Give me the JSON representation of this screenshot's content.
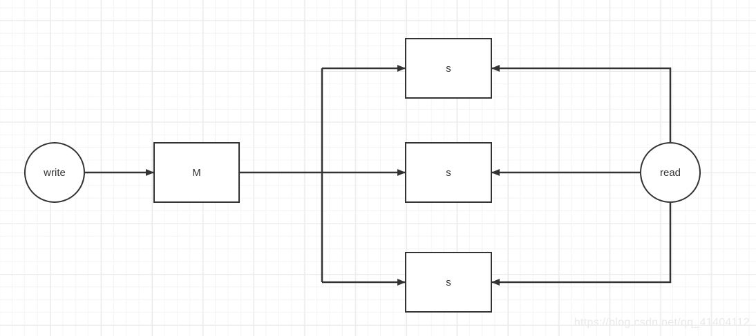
{
  "diagram": {
    "nodes": {
      "write": {
        "label": "write",
        "shape": "circle"
      },
      "master": {
        "label": "M",
        "shape": "rectangle"
      },
      "slave_top": {
        "label": "s",
        "shape": "rectangle"
      },
      "slave_middle": {
        "label": "s",
        "shape": "rectangle"
      },
      "slave_bottom": {
        "label": "s",
        "shape": "rectangle"
      },
      "read": {
        "label": "read",
        "shape": "circle"
      }
    },
    "edges": [
      {
        "from": "write",
        "to": "master",
        "arrow": "end"
      },
      {
        "from": "master",
        "to": "slave_top",
        "arrow": "end"
      },
      {
        "from": "master",
        "to": "slave_middle",
        "arrow": "end"
      },
      {
        "from": "master",
        "to": "slave_bottom",
        "arrow": "end"
      },
      {
        "from": "read",
        "to": "slave_top",
        "arrow": "end"
      },
      {
        "from": "read",
        "to": "slave_middle",
        "arrow": "end"
      },
      {
        "from": "read",
        "to": "slave_bottom",
        "arrow": "end"
      }
    ],
    "colors": {
      "stroke": "#333333",
      "background": "#ffffff",
      "grid_minor": "#f4f4f4",
      "grid_major": "#e8e8e8",
      "watermark": "#e9e9e9"
    }
  },
  "watermark": {
    "text": "https://blog.csdn.net/qq_41404112"
  }
}
